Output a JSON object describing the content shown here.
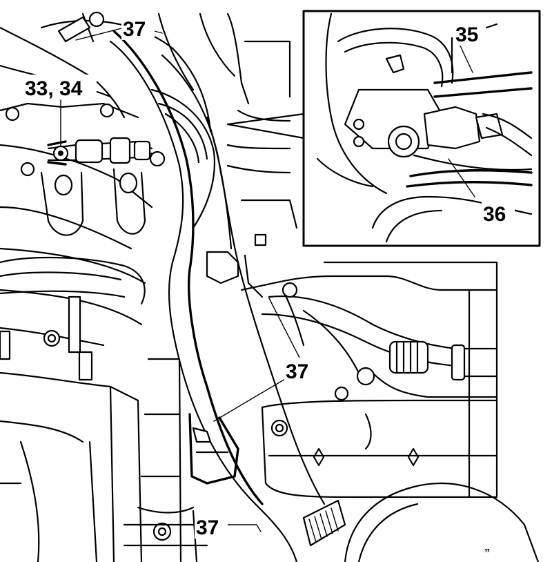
{
  "callouts": {
    "c33_34": "33, 34",
    "c35": "35",
    "c36": "36",
    "c37_top": "37",
    "c37_mid": "37",
    "c37_bottom": "37"
  },
  "corner_mark": "”"
}
